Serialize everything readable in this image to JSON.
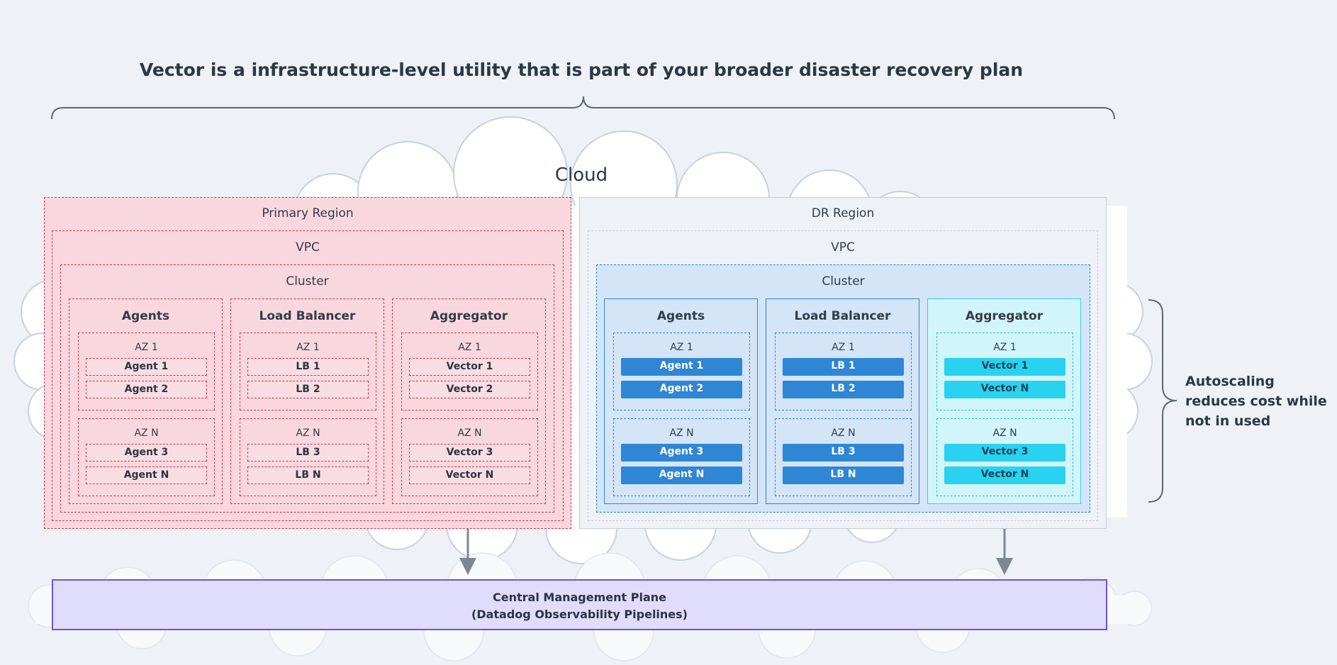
{
  "title": "Vector is a infrastructure-level utility that is part of your broader disaster recovery plan",
  "cloud_label": "Cloud",
  "autoscaling_note": "Autoscaling reduces cost while not in used",
  "management_plane": {
    "line1": "Central Management Plane",
    "line2": "(Datadog Observability Pipelines)"
  },
  "colors": {
    "primary": "#d7344f",
    "dr_blue": "#2f86d5",
    "aggregator_cyan": "#29d2ee",
    "mgmt": "#6b55dc"
  },
  "primary": {
    "region": "Primary Region",
    "vpc": "VPC",
    "cluster": "Cluster",
    "agents": {
      "title": "Agents",
      "az1": "AZ 1",
      "azn": "AZ N",
      "nodes": [
        "Agent 1",
        "Agent 2",
        "Agent 3",
        "Agent N"
      ]
    },
    "lb": {
      "title": "Load Balancer",
      "az1": "AZ 1",
      "azn": "AZ N",
      "nodes": [
        "LB 1",
        "LB 2",
        "LB 3",
        "LB N"
      ]
    },
    "agg": {
      "title": "Aggregator",
      "az1": "AZ 1",
      "azn": "AZ N",
      "nodes": [
        "Vector 1",
        "Vector 2",
        "Vector 3",
        "Vector N"
      ]
    }
  },
  "dr": {
    "region": "DR Region",
    "vpc": "VPC",
    "cluster": "Cluster",
    "agents": {
      "title": "Agents",
      "az1": "AZ 1",
      "azn": "AZ N",
      "nodes": [
        "Agent 1",
        "Agent 2",
        "Agent 3",
        "Agent N"
      ]
    },
    "lb": {
      "title": "Load Balancer",
      "az1": "AZ 1",
      "azn": "AZ N",
      "nodes": [
        "LB 1",
        "LB 2",
        "LB 3",
        "LB N"
      ]
    },
    "agg": {
      "title": "Aggregator",
      "az1": "AZ 1",
      "azn": "AZ N",
      "nodes": [
        "Vector 1",
        "Vector N",
        "Vector 3",
        "Vector N"
      ]
    }
  }
}
